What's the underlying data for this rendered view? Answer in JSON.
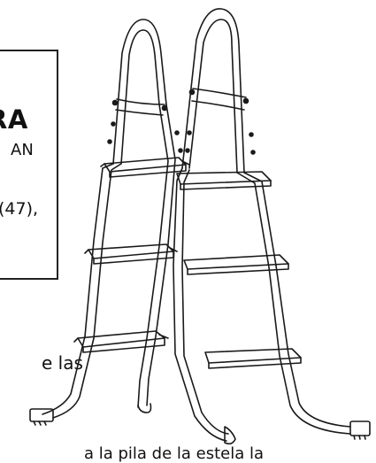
{
  "instruction_box": {
    "heading_fragment": "RA",
    "line2_fragment": "AN",
    "line3_fragment": "(47),"
  },
  "side_text": "e las",
  "bottom_text": "a la pila de la estela la",
  "illustration": {
    "subject": "pool ladder",
    "icon": "ladder-illustration",
    "step_count_per_side": 3
  }
}
